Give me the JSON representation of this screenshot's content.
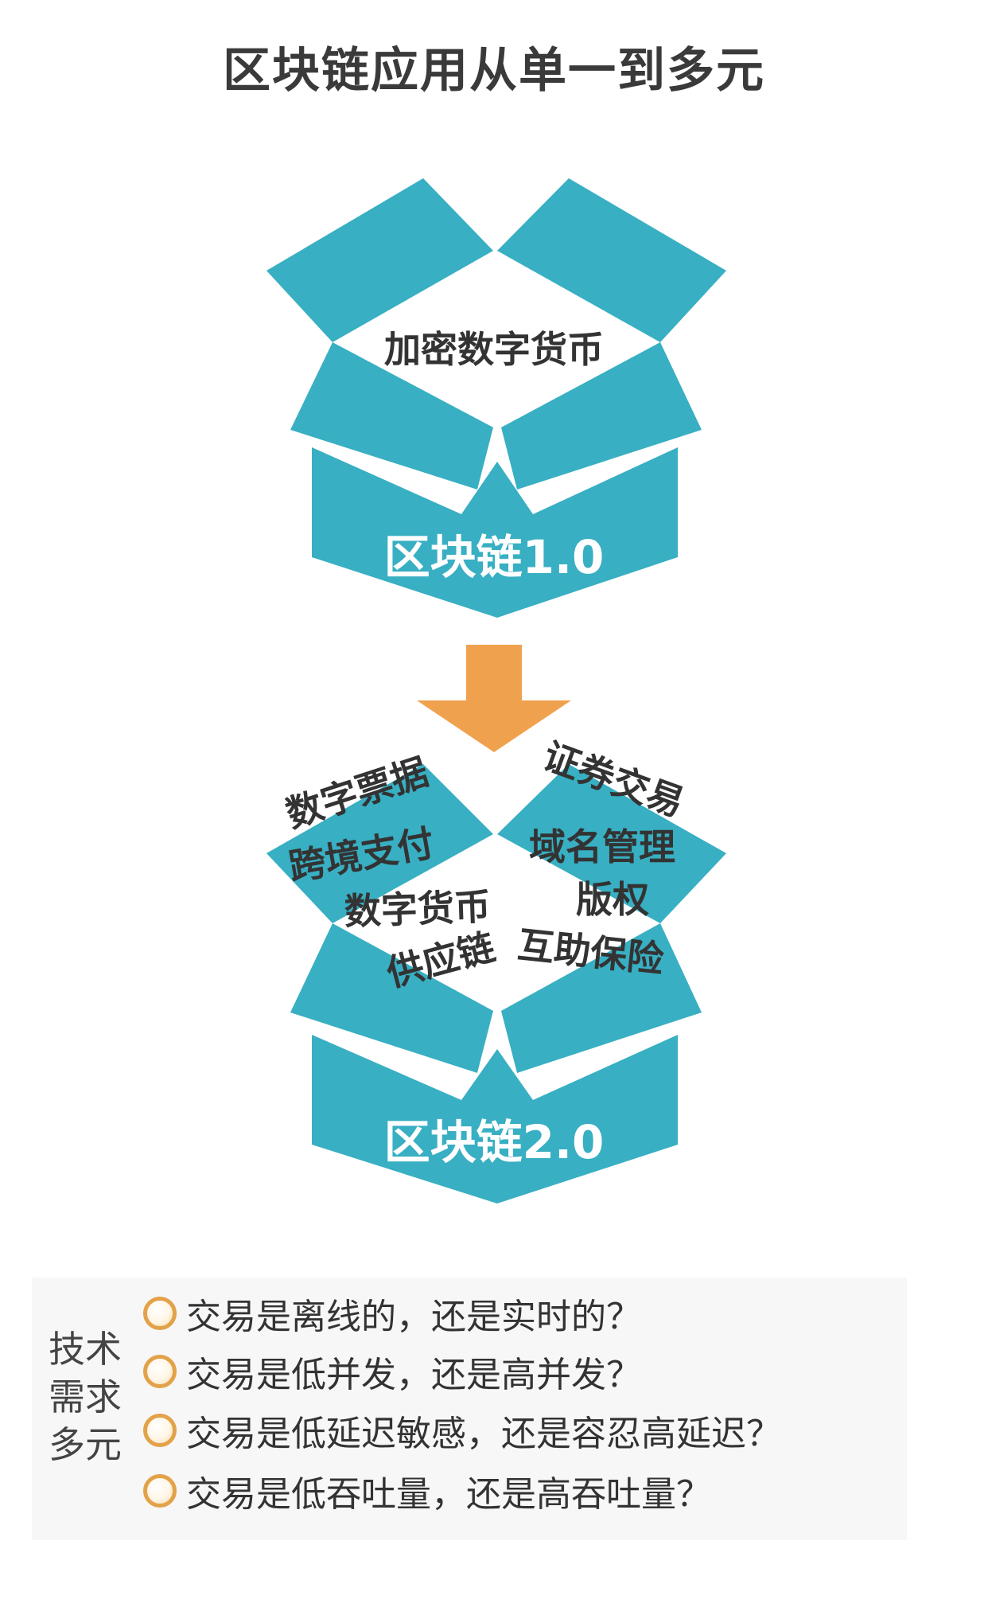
{
  "title": "区块链应用从单一到多元",
  "colors": {
    "box": "#38afc2",
    "arrow": "#f0a14e",
    "box_label": "#ffffff",
    "item_text": "#333333",
    "radio_border": "#e3a24a"
  },
  "box1": {
    "label": "区块链1.0",
    "contents": [
      "加密数字货币"
    ]
  },
  "arrow_icon": "down-arrow-icon",
  "box2": {
    "label": "区块链2.0",
    "contents": [
      "数字票据",
      "跨境支付",
      "数字货币",
      "供应链",
      "证券交易",
      "域名管理",
      "版权",
      "互助保险"
    ]
  },
  "requirements": {
    "label_lines": [
      "技术",
      "需求",
      "多元"
    ],
    "questions": [
      "交易是离线的，还是实时的？",
      "交易是低并发，还是高并发？",
      "交易是低延迟敏感，还是容忍高延迟？",
      "交易是低吞吐量，还是高吞吐量？"
    ]
  }
}
